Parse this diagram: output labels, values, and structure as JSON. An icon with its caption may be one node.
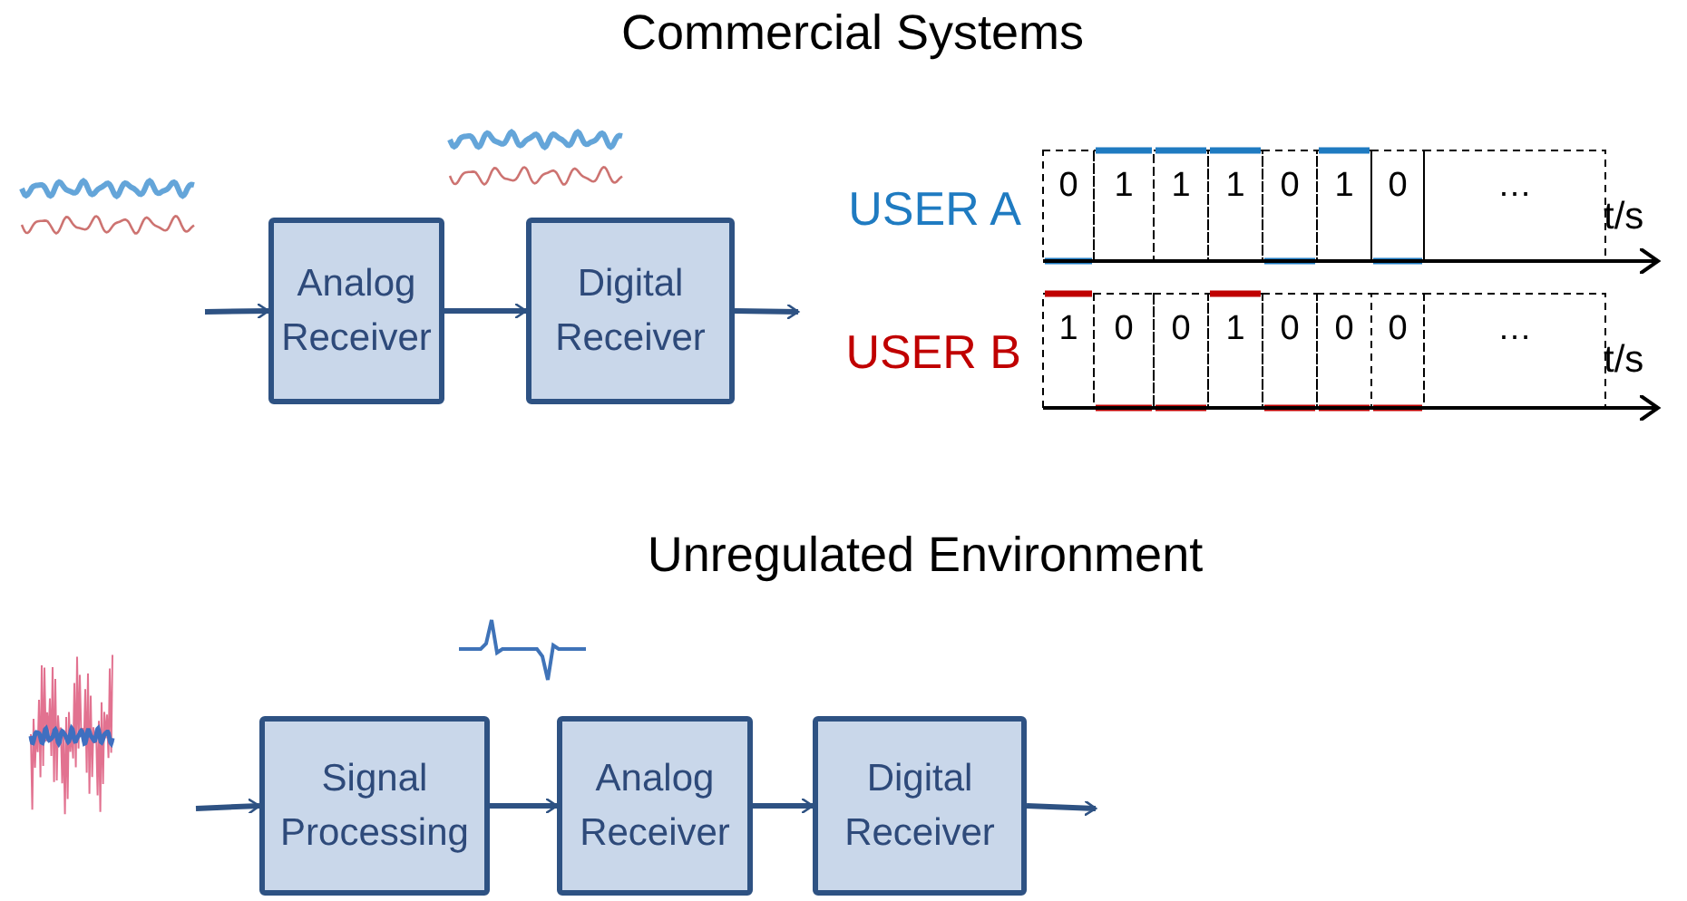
{
  "diagram": {
    "nodes": [
      {
        "text": [
          "Analog Receiver"
        ]
      },
      {
        "text": [
          "Digital Receiver"
        ]
      },
      {
        "text": [
          "Signal Processing"
        ]
      },
      {
        "text": [
          "Analog Receiver"
        ]
      },
      {
        "text": [
          "Digital Receiver"
        ]
      }
    ],
    "edges": [
      {
        "from": null,
        "to": 0,
        "arrow": "to"
      },
      {
        "from": 0,
        "to": 1,
        "arrow": "to"
      },
      {
        "from": 1,
        "to": null,
        "arrow": "to"
      },
      {
        "from": null,
        "to": 2,
        "arrow": "to"
      },
      {
        "from": 2,
        "to": 3,
        "arrow": "to"
      },
      {
        "from": 3,
        "to": 4,
        "arrow": "to"
      },
      {
        "from": 4,
        "to": null,
        "arrow": "to"
      }
    ],
    "labels": [
      "Commercial Systems",
      "USER A",
      "0",
      "1",
      "1",
      "1",
      "0",
      "1",
      "0",
      "…",
      "t/s",
      "USER B",
      "1",
      "0",
      "0",
      "1",
      "0",
      "0",
      "0",
      "…",
      "t/s",
      "Unregulated Environment"
    ]
  }
}
